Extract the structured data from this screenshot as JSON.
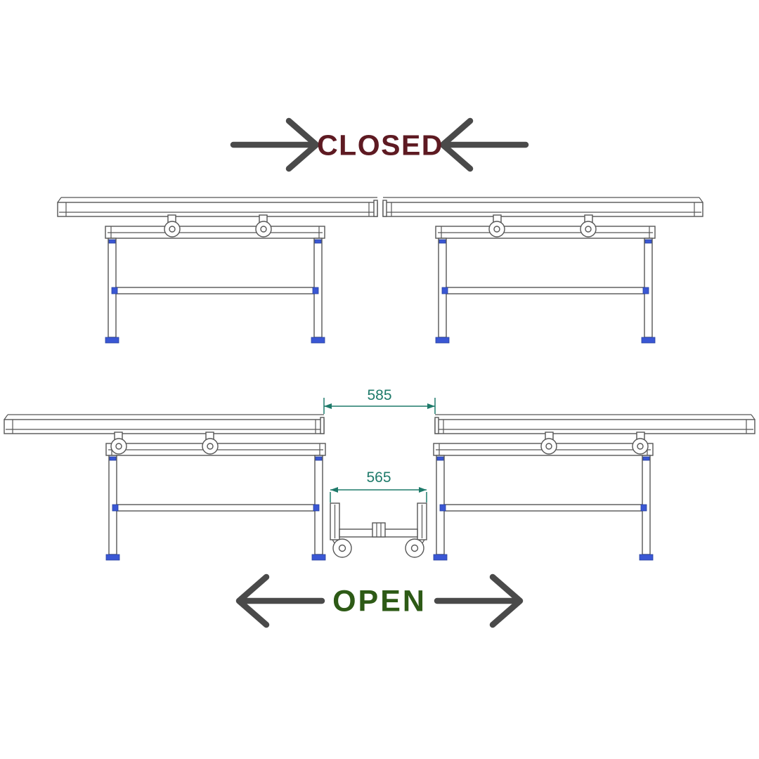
{
  "diagram": {
    "closed_label": "CLOSED",
    "open_label": "OPEN",
    "dimension_top": "585",
    "dimension_bottom": "565"
  },
  "colors": {
    "closed_label_text": "#5e1a22",
    "open_label_text": "#2d5a16",
    "dimension_lines": "#1e7a6a",
    "drawing_outline": "#565656",
    "accent_blue": "#3a57d4",
    "arrow_gray": "#4a4a4a",
    "background": "#ffffff"
  }
}
